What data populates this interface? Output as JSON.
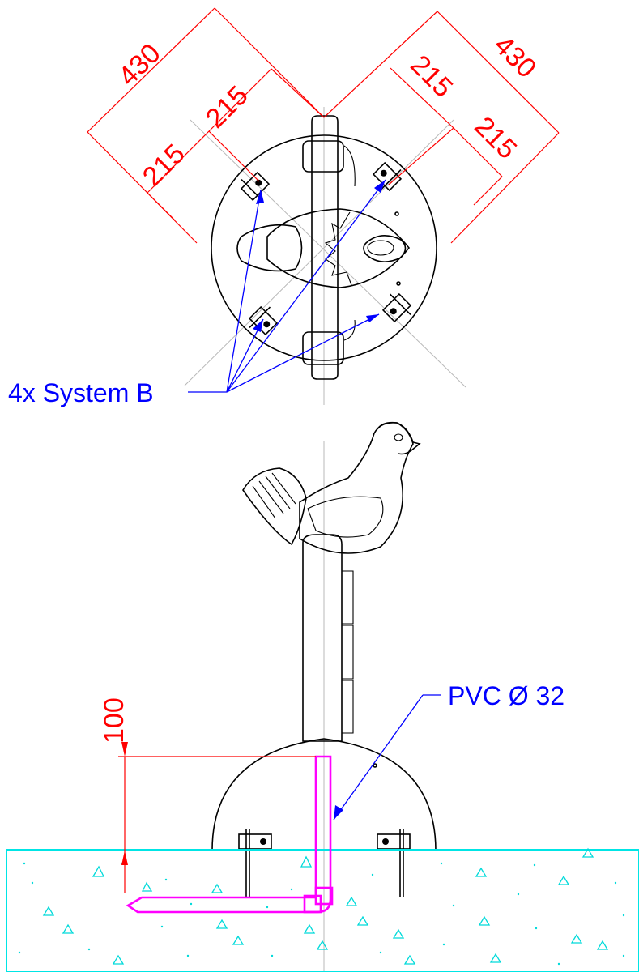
{
  "top_view": {
    "dimensions": {
      "outer_left": "430",
      "inner_left_a": "215",
      "inner_left_b": "215",
      "outer_right": "430",
      "inner_right_a": "215",
      "inner_right_b": "215"
    },
    "anchor_label": "4x System B"
  },
  "side_view": {
    "height_dim": "100",
    "pipe_label": "PVC Ø 32"
  },
  "colors": {
    "dimension": "#ff0000",
    "leader": "#0000ff",
    "ground": "#00e5e5",
    "pipe": "#ff00ff"
  }
}
